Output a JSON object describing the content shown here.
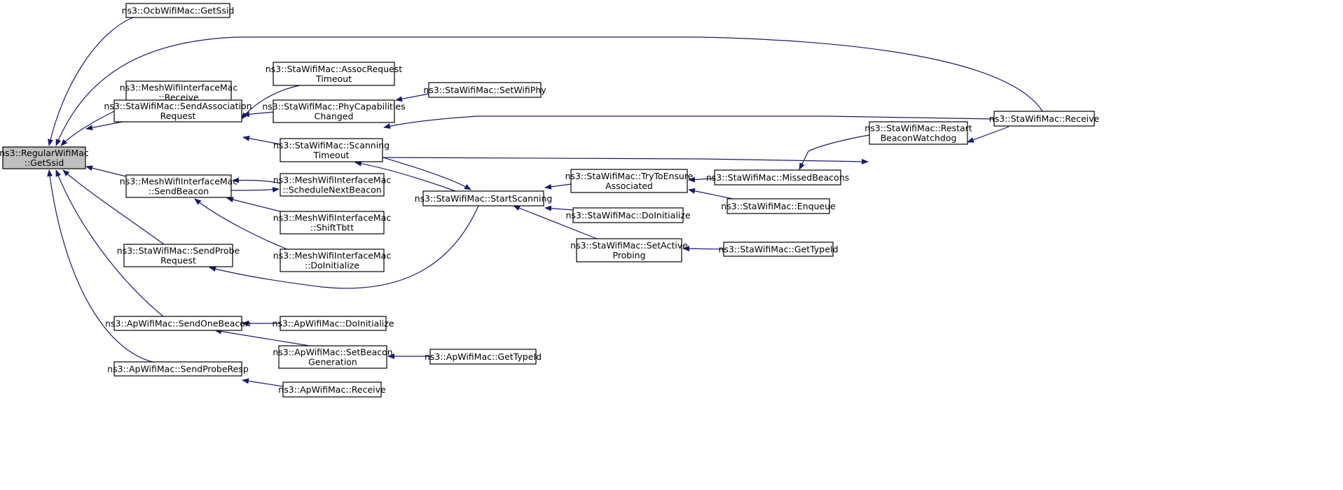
{
  "graph": {
    "colors": {
      "edge": "#191970",
      "node_border": "#000000",
      "node_fill": "#ffffff",
      "root_fill": "#bfbfbf"
    },
    "nodes": [
      {
        "id": "root",
        "lines": [
          "ns3::RegularWifiMac",
          "::GetSsid"
        ],
        "root": true
      },
      {
        "id": "ocb_getssid",
        "lines": [
          "ns3::OcbWifiMac::GetSsid"
        ]
      },
      {
        "id": "mesh_receive",
        "lines": [
          "ns3::MeshWifiInterfaceMac",
          "::Receive"
        ]
      },
      {
        "id": "sta_sendassoc",
        "lines": [
          "ns3::StaWifiMac::SendAssociation",
          "Request"
        ]
      },
      {
        "id": "mesh_sendbeacon",
        "lines": [
          "ns3::MeshWifiInterfaceMac",
          "::SendBeacon"
        ]
      },
      {
        "id": "sta_sendprobe",
        "lines": [
          "ns3::StaWifiMac::SendProbe",
          "Request"
        ]
      },
      {
        "id": "ap_sendonebeacon",
        "lines": [
          "ns3::ApWifiMac::SendOneBeacon"
        ]
      },
      {
        "id": "ap_sendproberesp",
        "lines": [
          "ns3::ApWifiMac::SendProbeResp"
        ]
      },
      {
        "id": "sta_assoctimeout",
        "lines": [
          "ns3::StaWifiMac::AssocRequest",
          "Timeout"
        ]
      },
      {
        "id": "sta_phycap",
        "lines": [
          "ns3::StaWifiMac::PhyCapabilities",
          "Changed"
        ]
      },
      {
        "id": "sta_scantimeout",
        "lines": [
          "ns3::StaWifiMac::Scanning",
          "Timeout"
        ]
      },
      {
        "id": "mesh_schednext",
        "lines": [
          "ns3::MeshWifiInterfaceMac",
          "::ScheduleNextBeacon"
        ]
      },
      {
        "id": "mesh_shifttbtt",
        "lines": [
          "ns3::MeshWifiInterfaceMac",
          "::ShiftTbtt"
        ]
      },
      {
        "id": "mesh_doinit",
        "lines": [
          "ns3::MeshWifiInterfaceMac",
          "::DoInitialize"
        ]
      },
      {
        "id": "ap_doinit",
        "lines": [
          "ns3::ApWifiMac::DoInitialize"
        ]
      },
      {
        "id": "ap_setbeacongen",
        "lines": [
          "ns3::ApWifiMac::SetBeacon",
          "Generation"
        ]
      },
      {
        "id": "ap_receive",
        "lines": [
          "ns3::ApWifiMac::Receive"
        ]
      },
      {
        "id": "sta_setwifiphy",
        "lines": [
          "ns3::StaWifiMac::SetWifiPhy"
        ]
      },
      {
        "id": "sta_startscan",
        "lines": [
          "ns3::StaWifiMac::StartScanning"
        ]
      },
      {
        "id": "sta_trytoensure",
        "lines": [
          "ns3::StaWifiMac::TryToEnsure",
          "Associated"
        ]
      },
      {
        "id": "sta_doinit",
        "lines": [
          "ns3::StaWifiMac::DoInitialize"
        ]
      },
      {
        "id": "sta_setactive",
        "lines": [
          "ns3::StaWifiMac::SetActive",
          "Probing"
        ]
      },
      {
        "id": "ap_gettypeid",
        "lines": [
          "ns3::ApWifiMac::GetTypeId"
        ]
      },
      {
        "id": "sta_missed",
        "lines": [
          "ns3::StaWifiMac::MissedBeacons"
        ]
      },
      {
        "id": "sta_enqueue",
        "lines": [
          "ns3::StaWifiMac::Enqueue"
        ]
      },
      {
        "id": "sta_gettypeid",
        "lines": [
          "ns3::StaWifiMac::GetTypeId"
        ]
      },
      {
        "id": "sta_restart",
        "lines": [
          "ns3::StaWifiMac::Restart",
          "BeaconWatchdog"
        ]
      },
      {
        "id": "sta_receive",
        "lines": [
          "ns3::StaWifiMac::Receive"
        ]
      }
    ],
    "edges": [
      {
        "from": "ocb_getssid",
        "to": "root"
      },
      {
        "from": "sta_receive",
        "to": "root"
      },
      {
        "from": "mesh_receive",
        "to": "root"
      },
      {
        "from": "sta_sendassoc",
        "to": "root"
      },
      {
        "from": "mesh_sendbeacon",
        "to": "root"
      },
      {
        "from": "sta_sendprobe",
        "to": "root"
      },
      {
        "from": "ap_sendonebeacon",
        "to": "root"
      },
      {
        "from": "ap_sendproberesp",
        "to": "root"
      },
      {
        "from": "sta_assoctimeout",
        "to": "sta_sendassoc"
      },
      {
        "from": "sta_phycap",
        "to": "sta_sendassoc"
      },
      {
        "from": "sta_scantimeout",
        "to": "sta_sendassoc"
      },
      {
        "from": "mesh_schednext",
        "to": "mesh_sendbeacon"
      },
      {
        "from": "mesh_sendbeacon",
        "to": "mesh_schednext"
      },
      {
        "from": "mesh_shifttbtt",
        "to": "mesh_sendbeacon"
      },
      {
        "from": "mesh_doinit",
        "to": "mesh_sendbeacon"
      },
      {
        "from": "sta_startscan",
        "to": "sta_sendprobe"
      },
      {
        "from": "ap_doinit",
        "to": "ap_sendonebeacon"
      },
      {
        "from": "ap_setbeacongen",
        "to": "ap_sendonebeacon"
      },
      {
        "from": "ap_receive",
        "to": "ap_sendproberesp"
      },
      {
        "from": "sta_setwifiphy",
        "to": "sta_phycap"
      },
      {
        "from": "sta_receive",
        "to": "sta_scantimeout"
      },
      {
        "from": "sta_startscan",
        "to": "sta_scantimeout"
      },
      {
        "from": "sta_scantimeout",
        "to": "sta_startscan"
      },
      {
        "from": "sta_scantimeout",
        "to": "sta_restart"
      },
      {
        "from": "sta_trytoensure",
        "to": "sta_startscan"
      },
      {
        "from": "sta_doinit",
        "to": "sta_startscan"
      },
      {
        "from": "sta_setactive",
        "to": "sta_startscan"
      },
      {
        "from": "ap_gettypeid",
        "to": "ap_setbeacongen"
      },
      {
        "from": "sta_missed",
        "to": "sta_trytoensure"
      },
      {
        "from": "sta_enqueue",
        "to": "sta_trytoensure"
      },
      {
        "from": "sta_gettypeid",
        "to": "sta_setactive"
      },
      {
        "from": "sta_restart",
        "to": "sta_missed"
      },
      {
        "from": "sta_receive",
        "to": "sta_restart"
      }
    ]
  }
}
